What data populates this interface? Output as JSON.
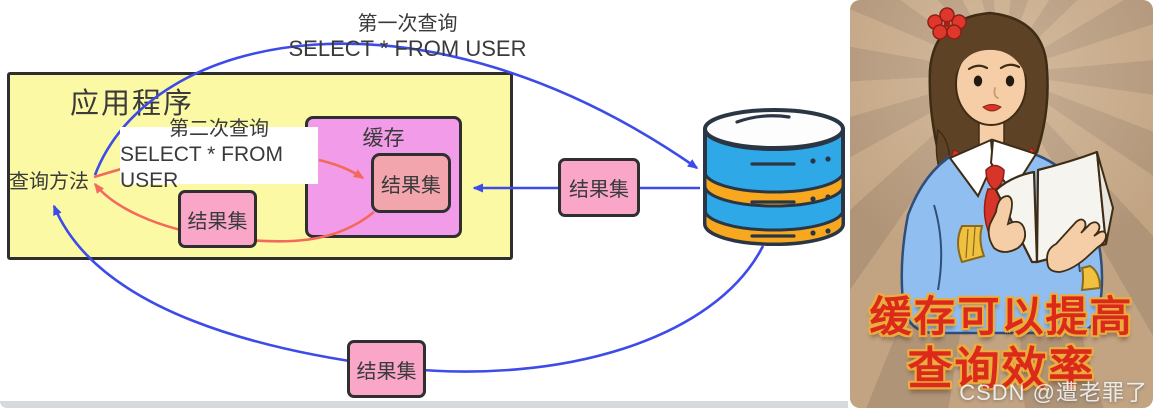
{
  "diagram": {
    "first_query": {
      "line1": "第一次查询",
      "line2": "SELECT * FROM USER"
    },
    "app_box": {
      "title": "应用程序",
      "query_method": "查询方法"
    },
    "second_query": {
      "line1": "第二次查询",
      "line2": "SELECT * FROM USER"
    },
    "cache_box": {
      "title": "缓存",
      "result_set": "结果集"
    },
    "result_set_app": "结果集",
    "result_set_middle": "结果集",
    "result_set_bottom": "结果集"
  },
  "poster": {
    "caption_line1": "缓存可以提高",
    "caption_line2": "查询效率",
    "watermark": "CSDN @遭老罪了"
  },
  "icons": {
    "database": "database-cylinder-icon",
    "arrows": [
      "first-query-arrow",
      "db-to-cache-arrow",
      "db-return-arrow",
      "second-query-line",
      "second-query-arrow",
      "cache-hit-return-arrow"
    ]
  },
  "colors": {
    "arrow-blue": "#3d4be8",
    "arrow-red": "#f4695c",
    "app-yellow": "#fbf9a3",
    "cache-magenta": "#f29be8",
    "result-pink": "#f9a6c9",
    "result-salmon": "#f3a5ae",
    "box-border": "#2f2f2f",
    "db-blue": "#2fa8e8",
    "db-orange": "#f8a81f",
    "db-outline": "#2b3644",
    "poster-tan": "#c2a483",
    "poster-tan-dark": "#b09478",
    "poster-red": "#dc2a1a",
    "poster-gold": "#eaae3e"
  }
}
